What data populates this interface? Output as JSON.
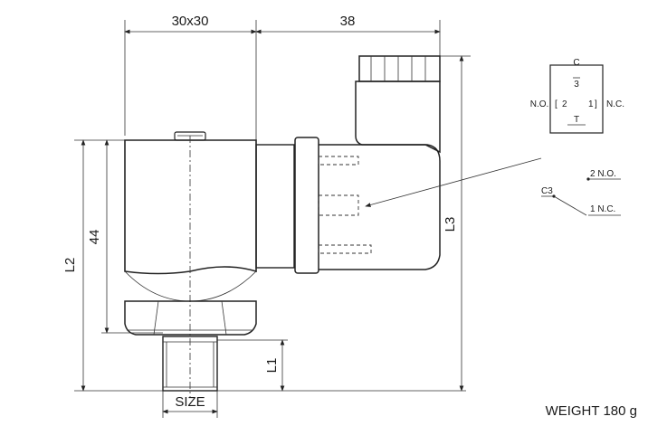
{
  "dimensions": {
    "width": "30x30",
    "connector_offset": "38",
    "height": "44",
    "l2": "L2",
    "l3": "L3",
    "l1": "L1",
    "size": "SIZE"
  },
  "symbol": {
    "c": "C",
    "pin3": "3",
    "pin2": "2",
    "pin1": "1",
    "no": "N.O.",
    "nc": "N.C.",
    "t": "T"
  },
  "wiring": {
    "no": "2 N.O.",
    "c3": "C3",
    "nc": "1 N.C."
  },
  "weight": "WEIGHT 180 g"
}
